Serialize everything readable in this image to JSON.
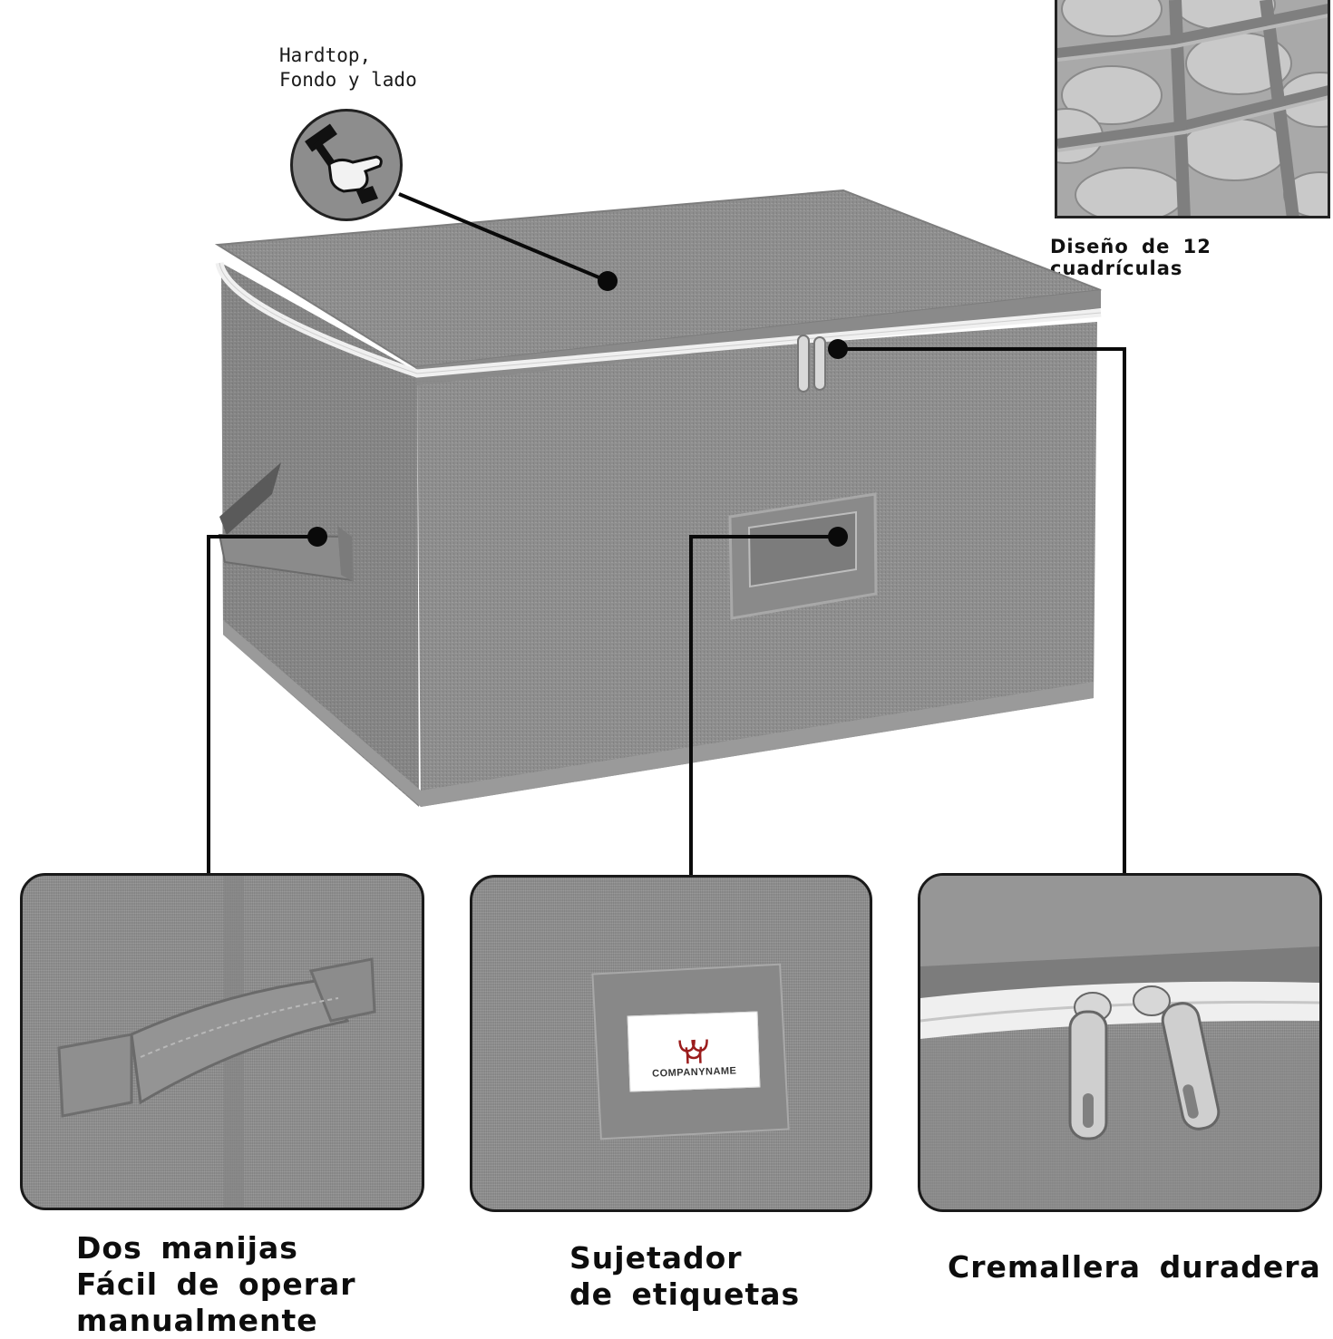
{
  "labels": {
    "hardtop": "Hardtop,\nFondo y lado",
    "grid_design": "Diseño de 12 cuadrículas",
    "handles": "Dos manijas\nFácil de operar\nmanualmente",
    "label_holder": "Sujetador\nde etiquetas",
    "zipper": "Cremallera duradera"
  },
  "tag_card": {
    "company": "COMPANYNAME"
  },
  "icons": {
    "hammer_hand": "hammer-hand-icon",
    "wine_glasses": "wine-glasses-logo"
  },
  "colors": {
    "fabric": "#8f8f8f",
    "fabric_dark": "#7a7a7a",
    "callout_line": "#0a0a0a",
    "zipper_tape": "#f2f2f2"
  }
}
